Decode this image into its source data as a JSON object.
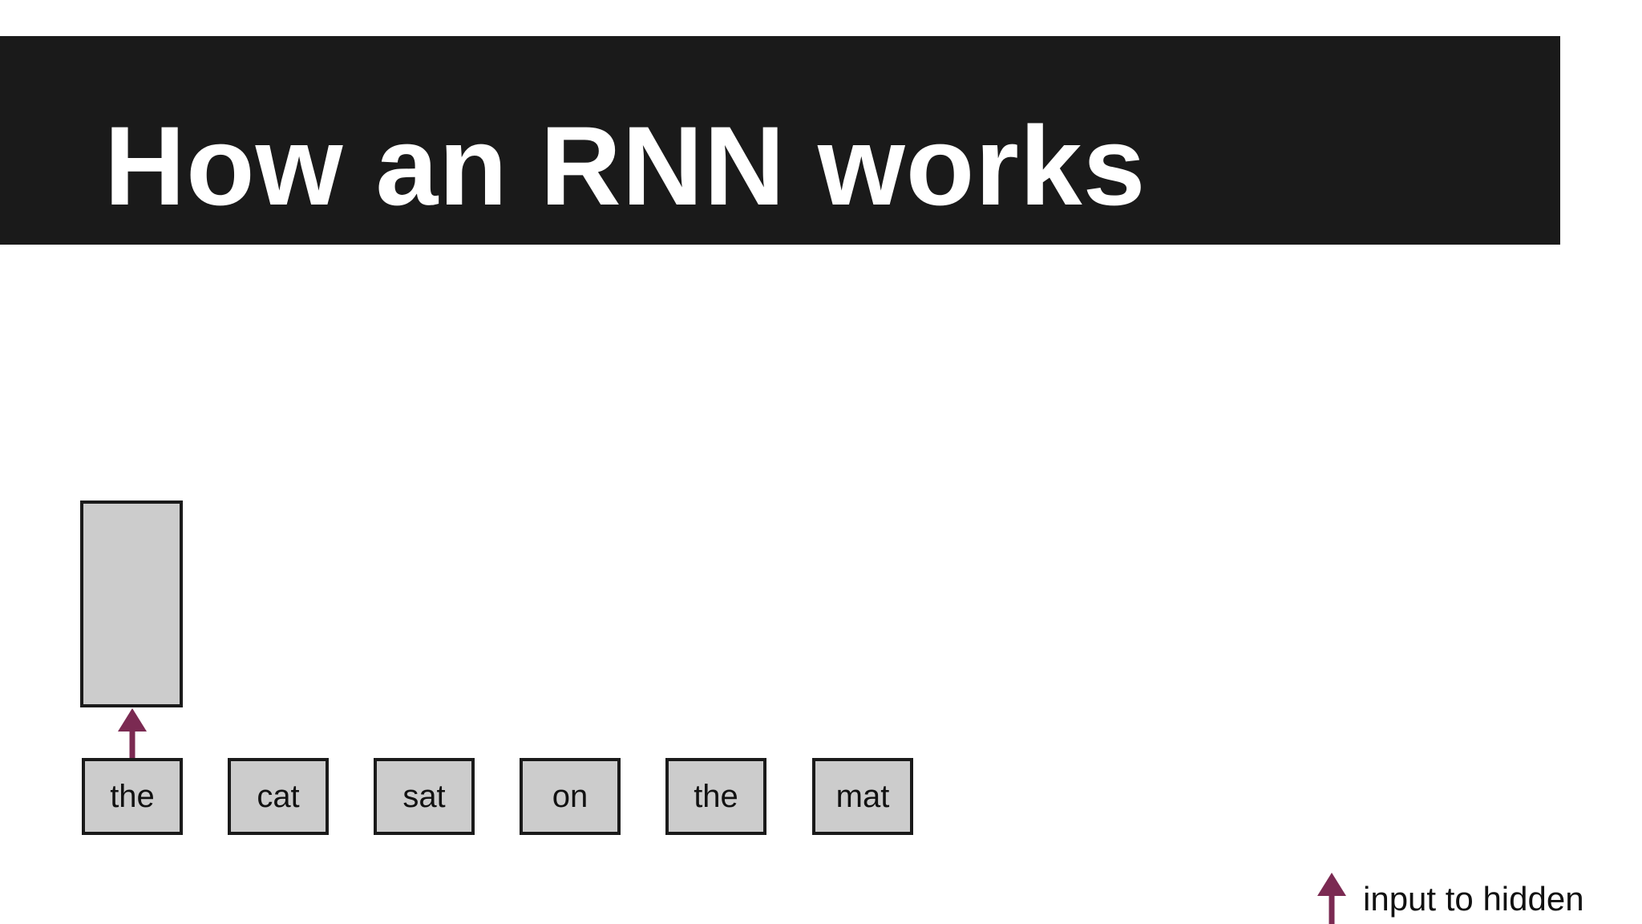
{
  "slide": {
    "title": "How an RNN works"
  },
  "diagram": {
    "hidden_state_box": {
      "label": ""
    },
    "input_words": [
      "the",
      "cat",
      "sat",
      "on",
      "the",
      "mat"
    ],
    "arrow": {
      "from_word_index": 0,
      "to": "hidden-state-box"
    }
  },
  "legend": {
    "icon": "up-arrow-icon",
    "label": "input to hidden"
  },
  "colors": {
    "title_bar_bg": "#1a1a1a",
    "title_text": "#ffffff",
    "box_fill": "#cccccc",
    "box_border": "#1a1a1a",
    "arrow": "#7b2a52",
    "background": "#ffffff"
  }
}
